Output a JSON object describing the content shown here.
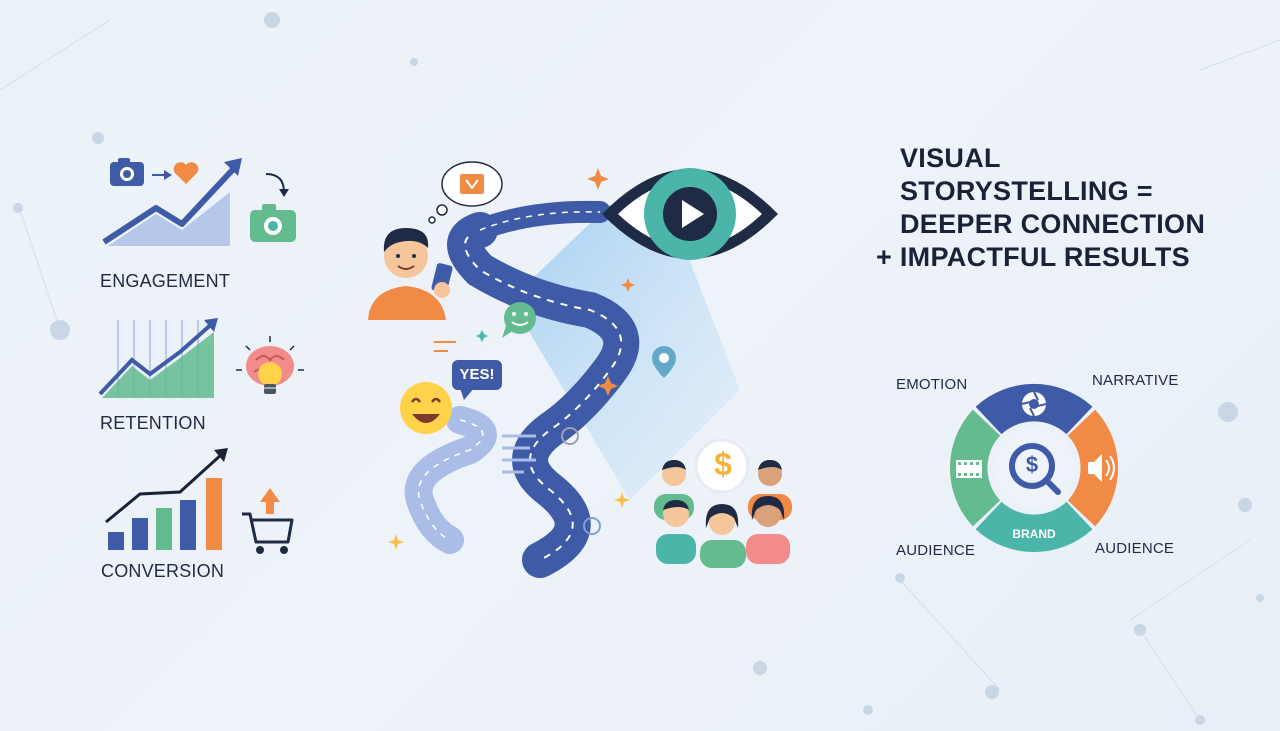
{
  "colors": {
    "navy": "#3f5aa6",
    "blue_light": "#a9bde6",
    "green": "#63bb8f",
    "orange": "#f08a44",
    "teal": "#4ab5a8",
    "dark": "#1a2238"
  },
  "metrics": [
    {
      "label": "ENGAGEMENT",
      "icon": "camera-heart-icon"
    },
    {
      "label": "RETENTION",
      "icon": "brain-bulb-icon"
    },
    {
      "label": "CONVERSION",
      "icon": "shopping-cart-icon"
    }
  ],
  "headline": {
    "line1": "VISUAL",
    "line2": "STORYSTELLING =",
    "line3": "DEEPER CONNECTION",
    "line4": "+ IMPACTFUL RESULTS"
  },
  "journey": {
    "speech_bubble": "YES!",
    "currency_symbol": "$"
  },
  "ring": {
    "top_left_label": "EMOTION",
    "top_right_label": "NARRATIVE",
    "bottom_left_label": "AUDIENCE",
    "bottom_right_label": "AUDIENCE",
    "bottom_segment_label": "BRAND",
    "center_symbol": "$"
  }
}
